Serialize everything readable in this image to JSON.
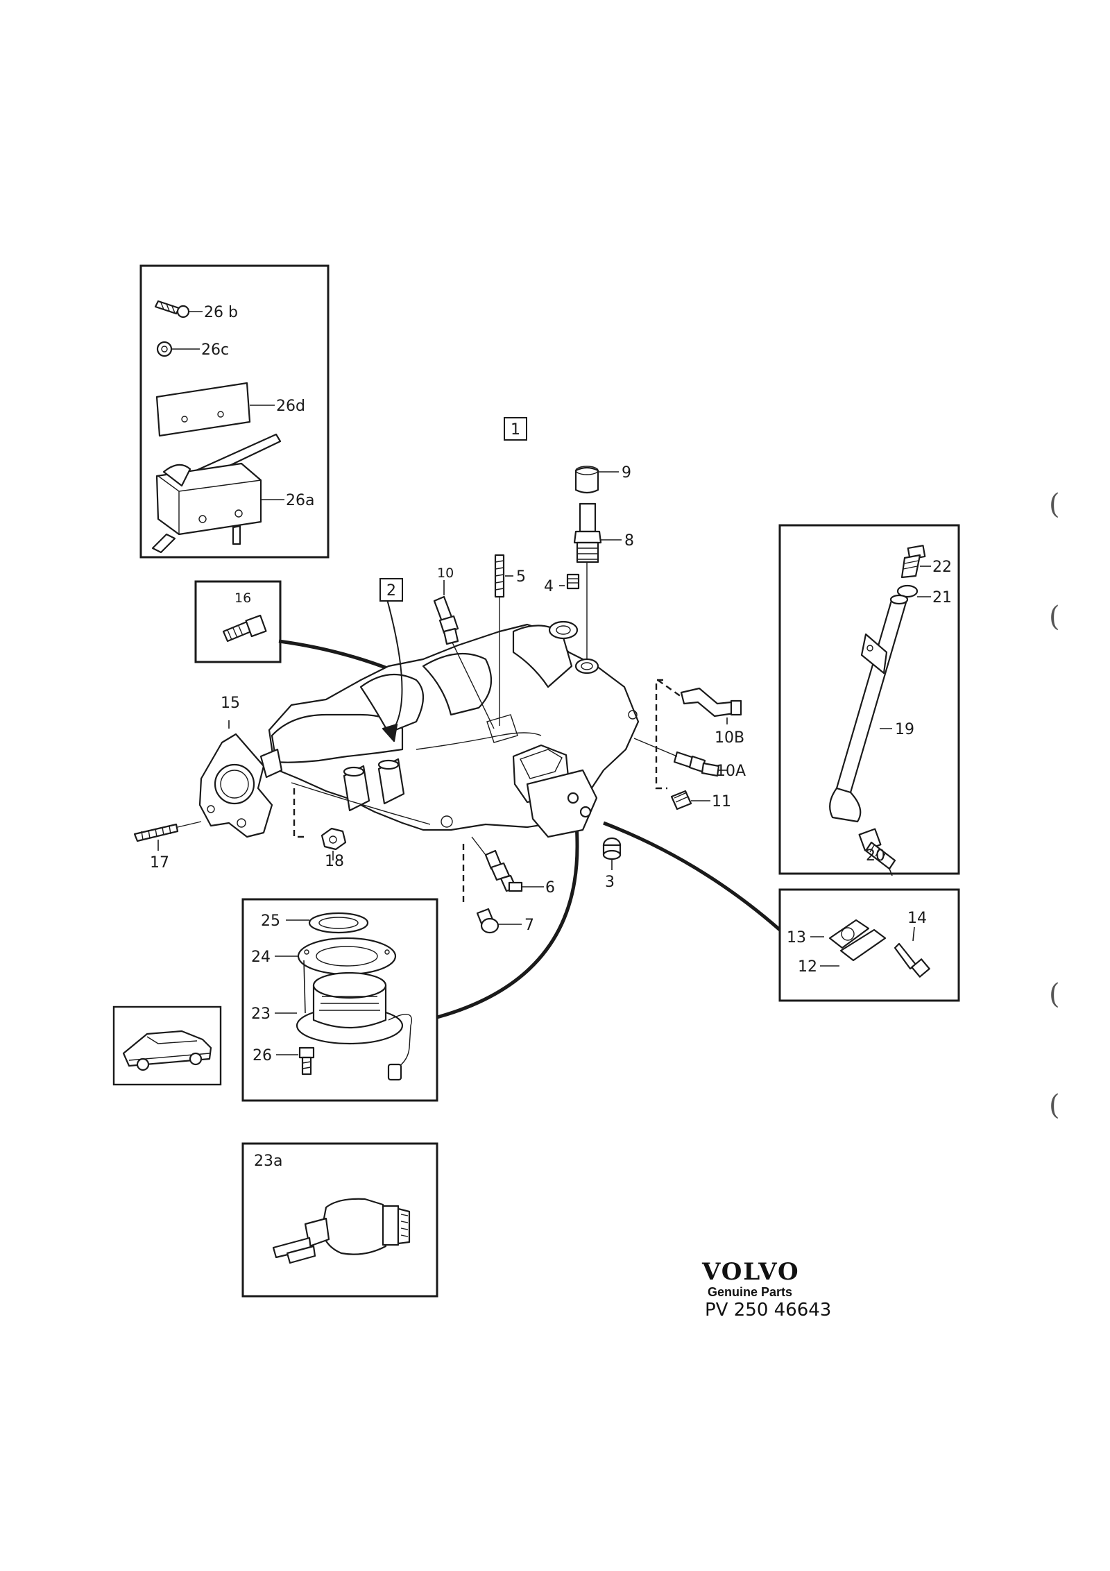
{
  "brand": {
    "name": "VOLVO",
    "tagline": "Genuine Parts",
    "part_number": "PV 250 46643"
  },
  "callouts": {
    "c1": "1",
    "c2": "2",
    "c3": "3",
    "c4": "4",
    "c5": "5",
    "c6": "6",
    "c7": "7",
    "c8": "8",
    "c9": "9",
    "c10": "10",
    "c10a": "10A",
    "c10b": "10B",
    "c11": "11",
    "c12": "12",
    "c13": "13",
    "c14": "14",
    "c15": "15",
    "c16": "16",
    "c17": "17",
    "c18": "18",
    "c19": "19",
    "c20": "20",
    "c21": "21",
    "c22": "22",
    "c23": "23",
    "c23a": "23a",
    "c24": "24",
    "c25": "25",
    "c26": "26",
    "c26a": "26a",
    "c26b": "26 b",
    "c26c": "26c",
    "c26d": "26d"
  },
  "margin_marks": [
    "(",
    "(",
    "(",
    "("
  ]
}
